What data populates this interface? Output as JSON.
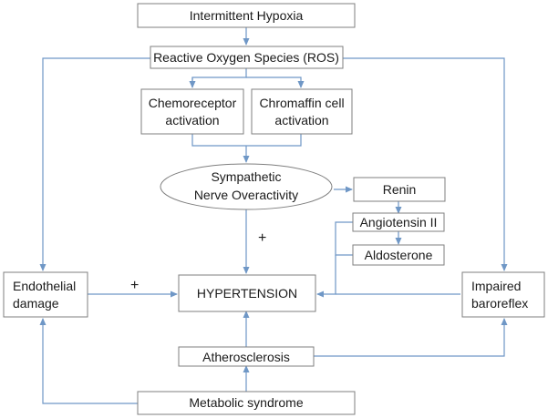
{
  "diagram": {
    "nodes": {
      "hypoxia": "Intermittent Hypoxia",
      "ros": "Reactive Oxygen Species (ROS)",
      "chemo_line1": "Chemoreceptor",
      "chemo_line2": "activation",
      "chroma_line1": "Chromaffin cell",
      "chroma_line2": "activation",
      "sympathetic_line1": "Sympathetic",
      "sympathetic_line2": "Nerve Overactivity",
      "renin": "Renin",
      "angiotensin": "Angiotensin II",
      "aldosterone": "Aldosterone",
      "endothelial_line1": "Endothelial",
      "endothelial_line2": "damage",
      "hypertension": "HYPERTENSION",
      "baroreflex_line1": "Impaired",
      "baroreflex_line2": "baroreflex",
      "atherosclerosis": "Atherosclerosis",
      "metabolic": "Metabolic syndrome"
    },
    "signs": {
      "sympathetic_plus": "+",
      "endothelial_plus": "+"
    }
  }
}
